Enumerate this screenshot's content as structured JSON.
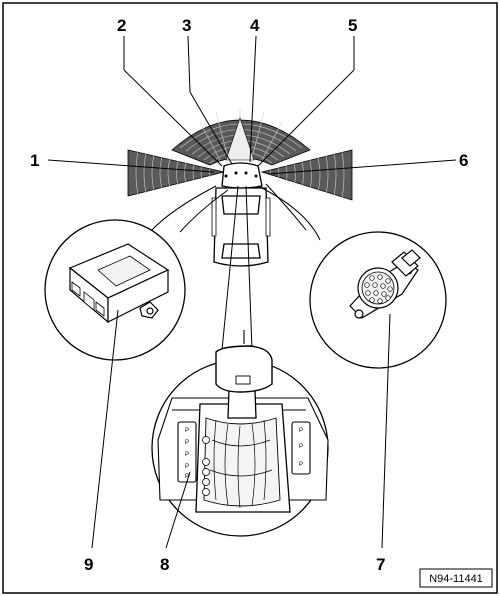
{
  "diagram": {
    "figure_id": "N94-11441",
    "callouts": {
      "c1": "1",
      "c2": "2",
      "c3": "3",
      "c4": "4",
      "c5": "5",
      "c6": "6",
      "c7": "7",
      "c8": "8",
      "c9": "9"
    },
    "console_buttons": {
      "left_top": "P",
      "left_row_2": "P",
      "left_row_3": "P",
      "left_row_4": "P",
      "left_row_5": "P",
      "right_top": "P",
      "right_row_2": "P",
      "right_row_3": "P"
    },
    "colors": {
      "line": "#000000",
      "sensor_field": "#555555",
      "fill": "#ffffff",
      "light_fill": "#eeeeee"
    },
    "icons": [
      "parking-sensor-field",
      "vehicle",
      "control-unit",
      "connector",
      "gear-selector"
    ]
  }
}
